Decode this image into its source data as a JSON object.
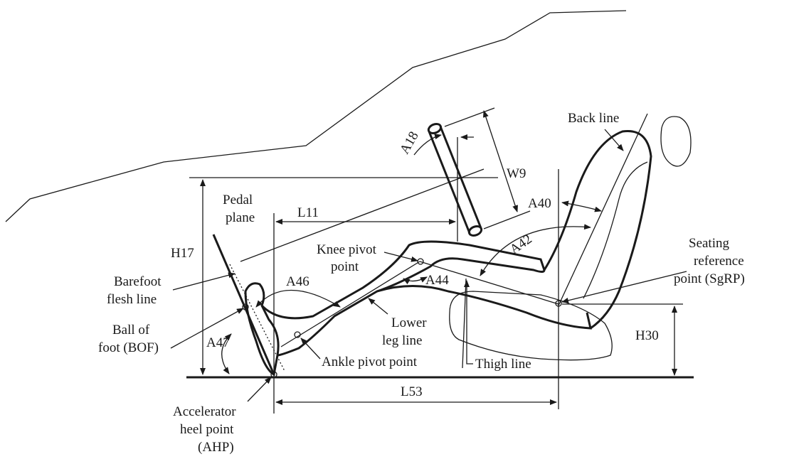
{
  "labels": {
    "back_line": "Back line",
    "w9": "W9",
    "a18": "A18",
    "a40": "A40",
    "a42": "A42",
    "pedal_plane": [
      "Pedal",
      "plane"
    ],
    "l11": "L11",
    "h17": "H17",
    "knee_pivot": [
      "Knee pivot",
      "point"
    ],
    "sgrp": [
      "Seating",
      "reference",
      "point (SgRP)"
    ],
    "barefoot": [
      "Barefoot",
      "flesh line"
    ],
    "a46": "A46",
    "a44": "A44",
    "bof": [
      "Ball of",
      "foot (BOF)"
    ],
    "lower_leg": [
      "Lower",
      "leg line"
    ],
    "h30": "H30",
    "a47": "A47",
    "ankle_pivot": "Ankle pivot point",
    "thigh_line": "Thigh line",
    "l53": "L53",
    "ahp": [
      "Accelerator",
      "heel point",
      "(AHP)"
    ]
  }
}
